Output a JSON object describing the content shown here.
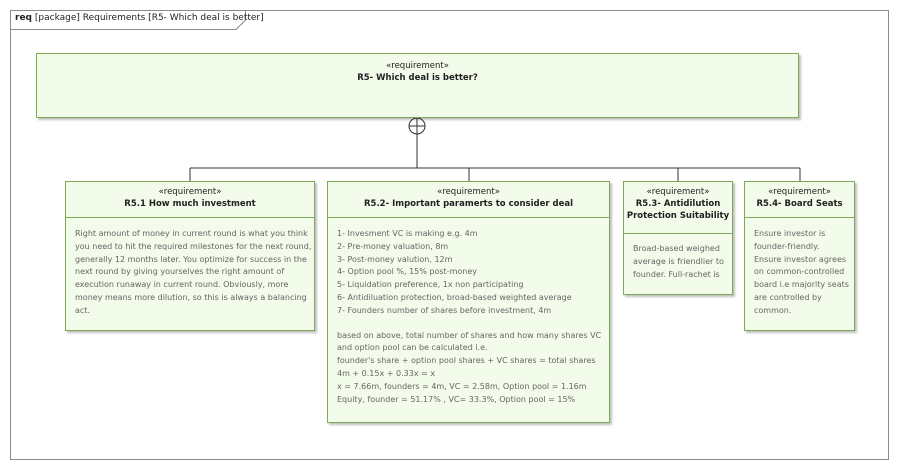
{
  "frame": {
    "kind": "req",
    "label": "[package] Requirements [R5- Which deal is better]"
  },
  "stereotype": "«requirement»",
  "root": {
    "title": "R5- Which deal is better?"
  },
  "requirements": [
    {
      "title": "R5.1 How much investment",
      "lines": [
        "Right amount of money in current round is what you think",
        "you need to hit the required milestones for the next round,",
        "generally 12 months later. You optimize for success in the",
        "next round by giving yourselves the right amount of",
        "execution runaway in current round. Obviously, more",
        "money means more dilution, so this is always a balancing",
        "act."
      ]
    },
    {
      "title": "R5.2- Important paramerts to consider deal",
      "lines": [
        "1- Invesment VC is making e.g. 4m",
        "2- Pre-money valuation, 8m",
        "3- Post-money valution, 12m",
        "4- Option pool %, 15% post-money",
        "5- Liquidation preference, 1x non participating",
        "6- Antidiluation protection, broad-based weighted average",
        "7- Founders number of shares before investment, 4m"
      ],
      "lines2": [
        "based on above, total number of shares and how many shares VC",
        "and option pool can be calculated i.e.",
        "founder's share + option pool shares + VC shares = total shares",
        "4m + 0.15x + 0.33x = x",
        "x = 7.66m, founders = 4m, VC = 2.58m, Option pool = 1.16m",
        "Equity, founder = 51.17% , VC= 33.3%, Option pool = 15%"
      ]
    },
    {
      "title_line1": "R5.3- Antidilution",
      "title_line2": "Protection Suitability",
      "lines": [
        "Broad-based weighed",
        "average is friendlier to",
        "founder. Full-rachet is"
      ]
    },
    {
      "title": "R5.4- Board Seats",
      "lines": [
        "Ensure investor is",
        "founder-friendly.",
        "Ensure investor agrees",
        "on common-controlled",
        "board i.e majority seats",
        "are controlled by",
        "common."
      ]
    }
  ],
  "colors": {
    "fill": "#f3fbea",
    "border": "#7daa55",
    "body_text": "#666666",
    "connector": "#333333"
  }
}
